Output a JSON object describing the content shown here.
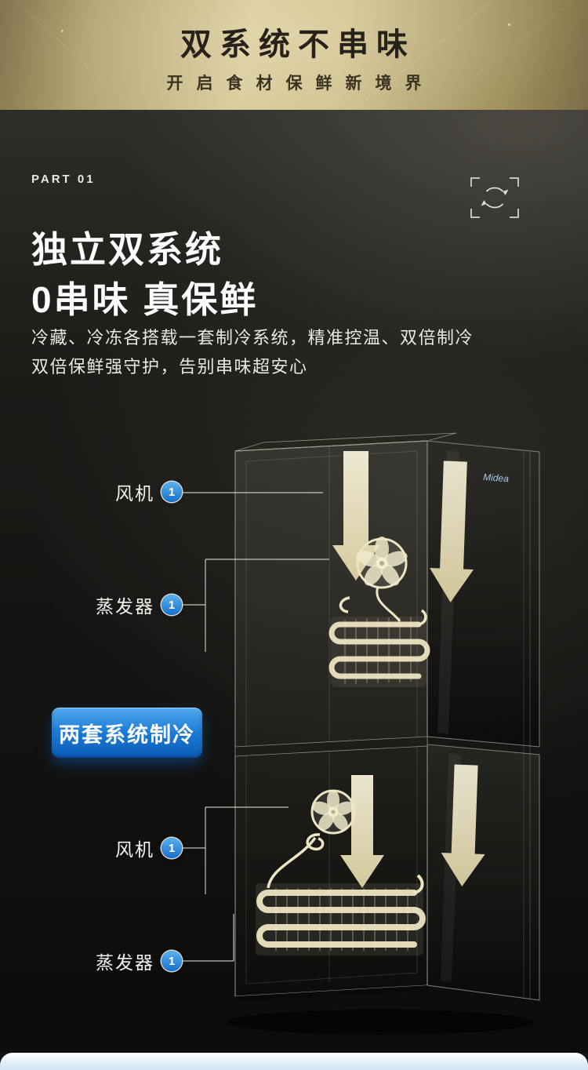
{
  "banner": {
    "title": "双系统不串味",
    "subtitle": "开启食材保鲜新境界"
  },
  "part": {
    "label": "PART 01"
  },
  "heading": {
    "line1": "独立双系统",
    "line2": "0串味 真保鲜"
  },
  "body": {
    "line1": "冷藏、冷冻各搭载一套制冷系统，精准控温、双倍制冷",
    "line2": "双倍保鲜强守护，告别串味超安心"
  },
  "callouts": {
    "fan_top": {
      "label": "风机",
      "num": "1"
    },
    "evaporator_top": {
      "label": "蒸发器",
      "num": "1"
    },
    "fan_bottom": {
      "label": "风机",
      "num": "1"
    },
    "evaporator_bottom": {
      "label": "蒸发器",
      "num": "1"
    }
  },
  "system_button": {
    "label": "两套系统制冷"
  },
  "fridge": {
    "brand": "Midea"
  },
  "icons": {
    "cycle": "circular-arrows-viewfinder",
    "callout_badge": "numbered-circle"
  },
  "colors": {
    "banner_gold": "#d3c494",
    "accent_blue": "#1a74c8",
    "arrow_cream": "#ece4c2",
    "background_dark": "#141412"
  }
}
